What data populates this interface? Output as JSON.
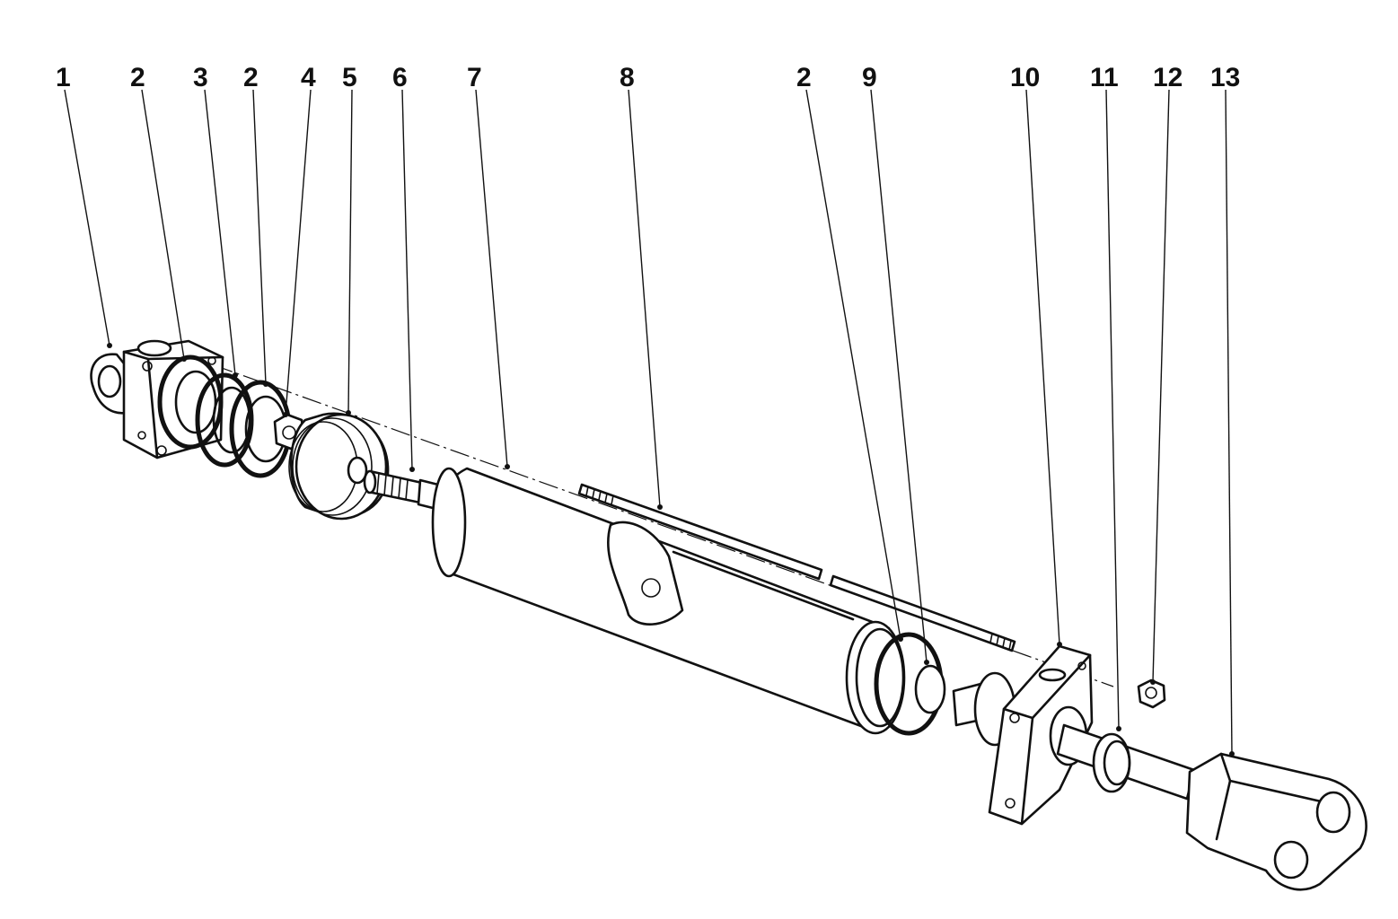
{
  "callouts": [
    {
      "id": "c1",
      "label": "1"
    },
    {
      "id": "c2a",
      "label": "2"
    },
    {
      "id": "c3",
      "label": "3"
    },
    {
      "id": "c2b",
      "label": "2"
    },
    {
      "id": "c4",
      "label": "4"
    },
    {
      "id": "c5",
      "label": "5"
    },
    {
      "id": "c6",
      "label": "6"
    },
    {
      "id": "c7",
      "label": "7"
    },
    {
      "id": "c8",
      "label": "8"
    },
    {
      "id": "c2c",
      "label": "2"
    },
    {
      "id": "c9",
      "label": "9"
    },
    {
      "id": "c10",
      "label": "10"
    },
    {
      "id": "c11",
      "label": "11"
    },
    {
      "id": "c12",
      "label": "12"
    },
    {
      "id": "c13",
      "label": "13"
    }
  ]
}
